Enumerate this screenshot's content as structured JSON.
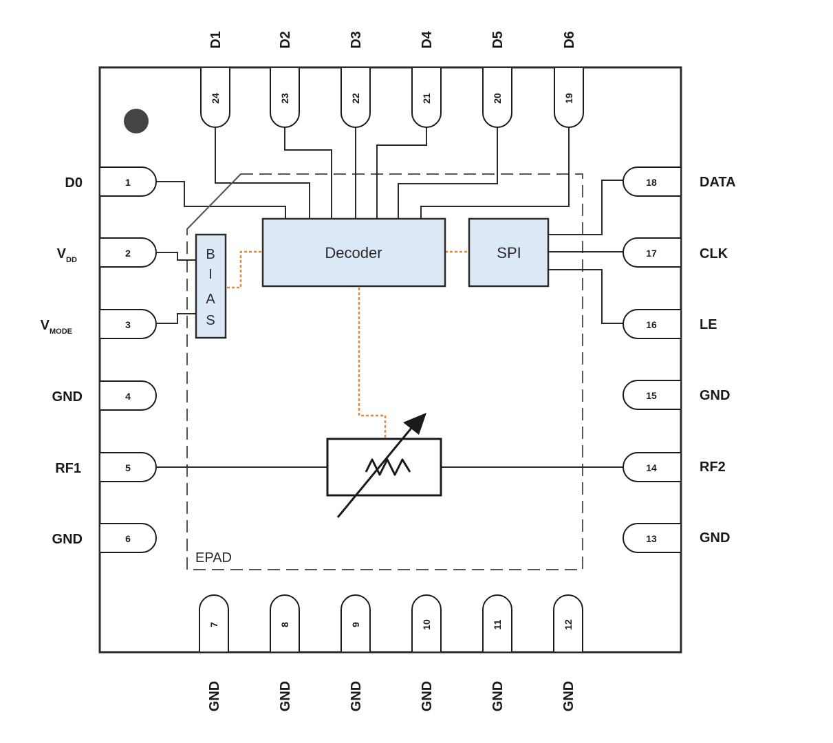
{
  "pins": {
    "p1": {
      "num": "1",
      "label": "D0"
    },
    "p2": {
      "num": "2",
      "label": "V",
      "sub": "DD"
    },
    "p3": {
      "num": "3",
      "label": "V",
      "sub": "MODE"
    },
    "p4": {
      "num": "4",
      "label": "GND"
    },
    "p5": {
      "num": "5",
      "label": "RF1"
    },
    "p6": {
      "num": "6",
      "label": "GND"
    },
    "p7": {
      "num": "7",
      "label": "GND"
    },
    "p8": {
      "num": "8",
      "label": "GND"
    },
    "p9": {
      "num": "9",
      "label": "GND"
    },
    "p10": {
      "num": "10",
      "label": "GND"
    },
    "p11": {
      "num": "11",
      "label": "GND"
    },
    "p12": {
      "num": "12",
      "label": "GND"
    },
    "p13": {
      "num": "13",
      "label": "GND"
    },
    "p14": {
      "num": "14",
      "label": "RF2"
    },
    "p15": {
      "num": "15",
      "label": "GND"
    },
    "p16": {
      "num": "16",
      "label": "LE"
    },
    "p17": {
      "num": "17",
      "label": "CLK"
    },
    "p18": {
      "num": "18",
      "label": "DATA"
    },
    "p19": {
      "num": "19",
      "label": "D6"
    },
    "p20": {
      "num": "20",
      "label": "D5"
    },
    "p21": {
      "num": "21",
      "label": "D4"
    },
    "p22": {
      "num": "22",
      "label": "D3"
    },
    "p23": {
      "num": "23",
      "label": "D2"
    },
    "p24": {
      "num": "24",
      "label": "D1"
    }
  },
  "blocks": {
    "decoder": "Decoder",
    "spi": "SPI",
    "bias": [
      "B",
      "I",
      "A",
      "S"
    ],
    "epad": "EPAD"
  },
  "colors": {
    "block_fill": "#dde8f6",
    "control_line": "#e08a3c",
    "marker_dot": "#444444"
  }
}
